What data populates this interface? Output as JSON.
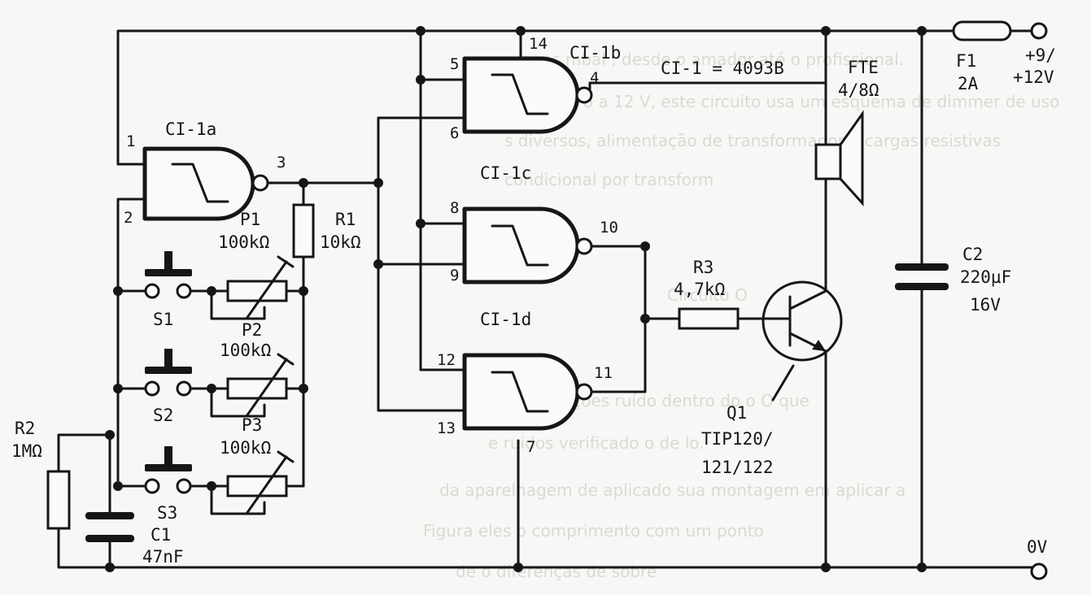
{
  "ic": {
    "name": "CI-1 = 4093B",
    "gate_a": "CI-1a",
    "gate_b": "CI-1b",
    "gate_c": "CI-1c",
    "gate_d": "CI-1d"
  },
  "pins": {
    "a_in1": "1",
    "a_in2": "2",
    "a_out": "3",
    "b_vdd": "14",
    "b_in1": "5",
    "b_in2": "6",
    "b_out": "4",
    "c_in1": "8",
    "c_in2": "9",
    "c_out": "10",
    "d_in1": "12",
    "d_in2": "13",
    "d_out": "11",
    "d_gnd": "7"
  },
  "components": {
    "r1": {
      "ref": "R1",
      "value": "10kΩ"
    },
    "r2": {
      "ref": "R2",
      "value": "1MΩ"
    },
    "r3": {
      "ref": "R3",
      "value": "4,7kΩ"
    },
    "c1": {
      "ref": "C1",
      "value": "47nF"
    },
    "c2": {
      "ref": "C2",
      "value": "220µF",
      "voltage": "16V"
    },
    "p1": {
      "ref": "P1",
      "value": "100kΩ"
    },
    "p2": {
      "ref": "P2",
      "value": "100kΩ"
    },
    "p3": {
      "ref": "P3",
      "value": "100kΩ"
    },
    "s1": "S1",
    "s2": "S2",
    "s3": "S3",
    "q1": {
      "ref": "Q1",
      "line1": "TIP120/",
      "line2": "121/122"
    },
    "spk": {
      "ref": "FTE",
      "value": "4/8Ω"
    },
    "f1": {
      "ref": "F1",
      "value": "2A"
    }
  },
  "supply": {
    "pos1": "+9/",
    "pos2": "+12V",
    "gnd": "0V"
  },
  "background_text": [
    "nanc     mbal               ,  desde o amador até o profissional.",
    "em  elas de 6 a 12 V, este circuito usa um esquema de dimmer de uso",
    "s diversos, alimentação de transformador e cargas resistivas",
    "condicional     por transform",
    "Circuito   O",
    "Nas aplicações   ruído    dentro do o    O que",
    "e        ruidos     verificado    o   de lo.",
    "da aparelhagem  de    aplicado  sua montagem em   aplicar a",
    "Figura    eles   o    comprimento   com um   ponto",
    "de       o  diferenças   de   sobre"
  ]
}
